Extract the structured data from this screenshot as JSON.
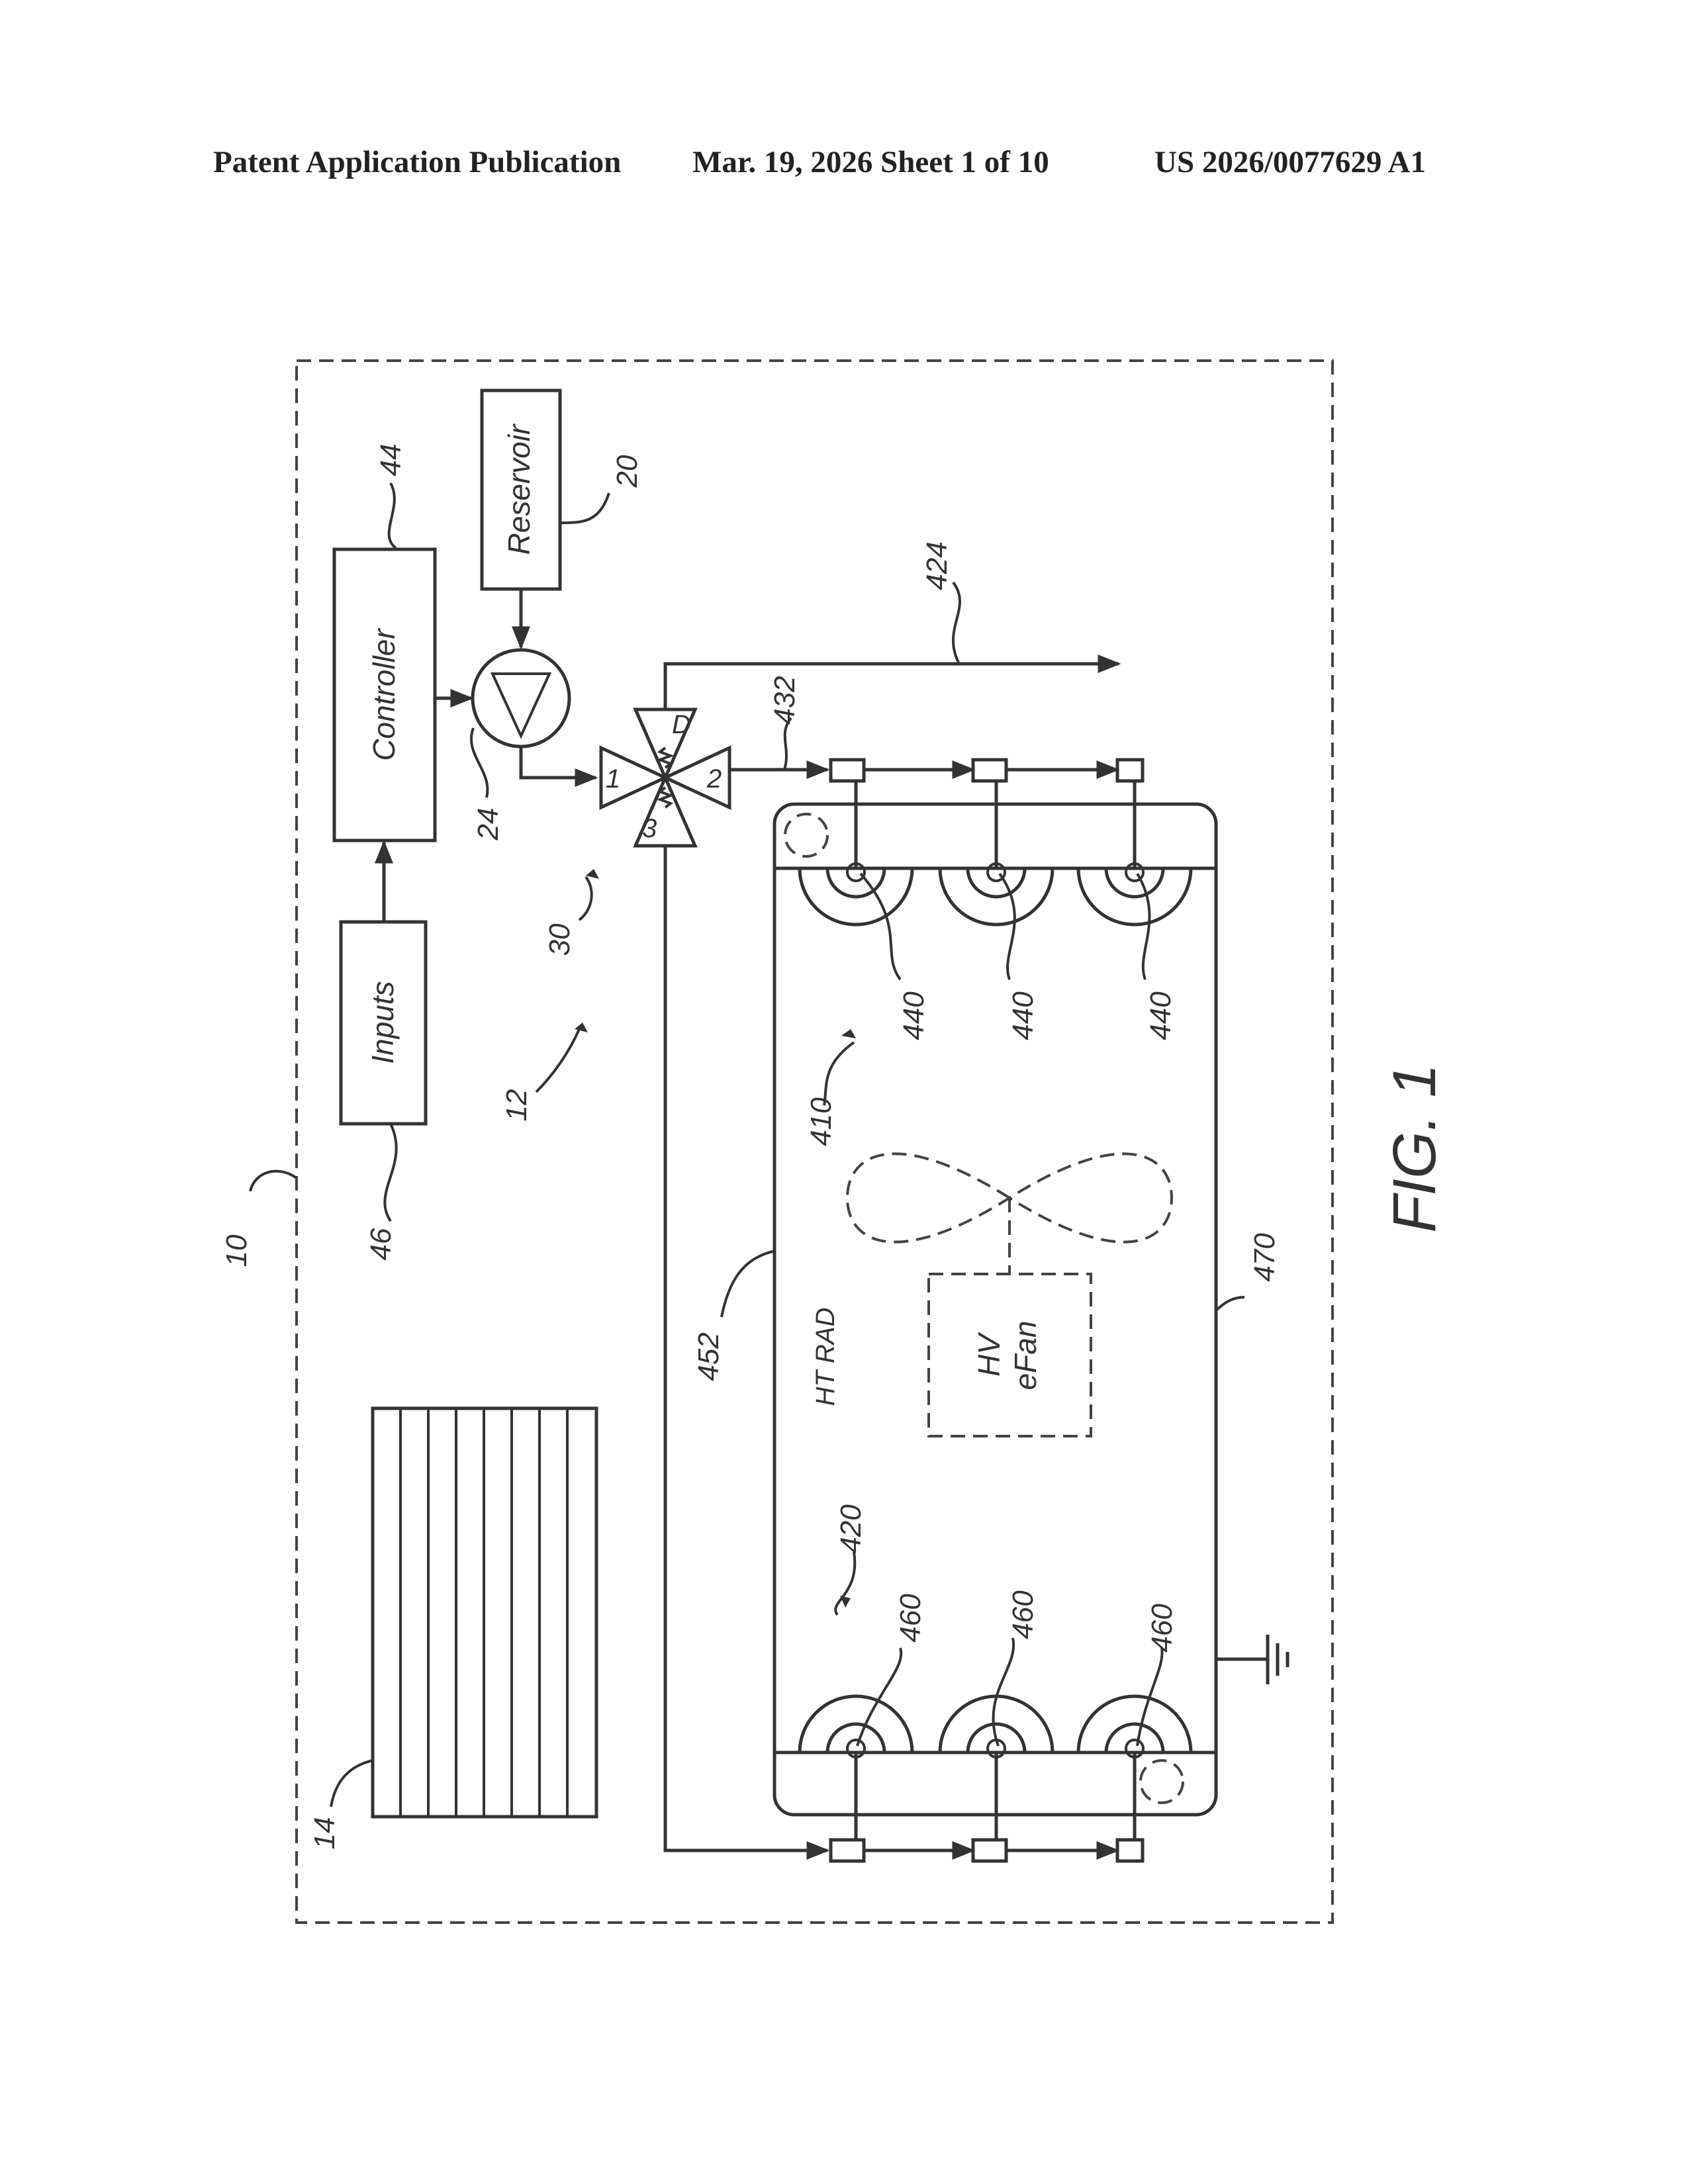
{
  "header": {
    "publication": "Patent Application Publication",
    "date_sheet": "Mar. 19, 2026  Sheet 1 of 10",
    "number": "US 2026/0077629 A1"
  },
  "figure": {
    "caption": "FIG. 1",
    "blocks": {
      "controller": "Controller",
      "reservoir": "Reservoir",
      "inputs": "Inputs",
      "radiator": "HT RAD",
      "fan_line1": "HV",
      "fan_line2": "eFan"
    },
    "valve_ports": {
      "p1": "1",
      "p2": "2",
      "p3": "3",
      "pd": "D"
    },
    "refs": {
      "r10": "10",
      "r12": "12",
      "r14": "14",
      "r20": "20",
      "r24": "24",
      "r30": "30",
      "r44": "44",
      "r46": "46",
      "r410": "410",
      "r420": "420",
      "r424": "424",
      "r432": "432",
      "r440a": "440",
      "r440b": "440",
      "r440c": "440",
      "r452": "452",
      "r460a": "460",
      "r460b": "460",
      "r460c": "460",
      "r470": "470"
    }
  }
}
